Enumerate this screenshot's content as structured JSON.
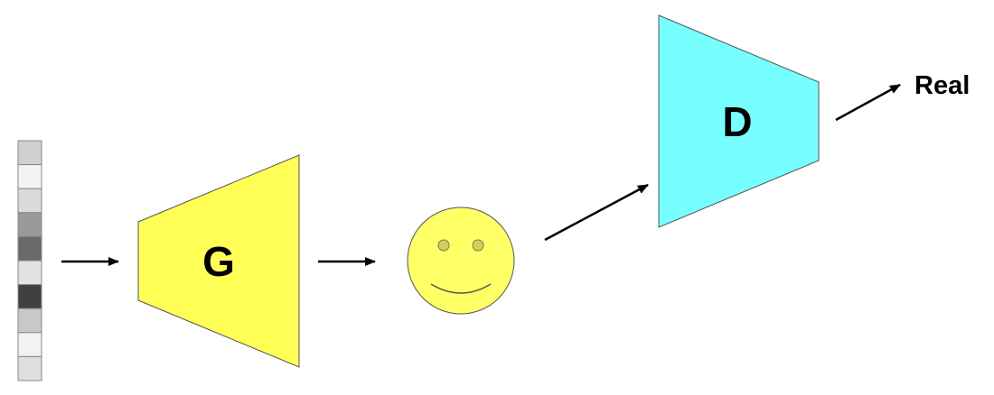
{
  "generator": {
    "label": "G",
    "fill": "#ffff55"
  },
  "discriminator": {
    "label": "D",
    "fill": "#77ffff"
  },
  "output": {
    "label": "Real"
  },
  "noise_vector": {
    "cells": [
      "#d0d0d0",
      "#f4f4f4",
      "#dadada",
      "#9a9a9a",
      "#6a6a6a",
      "#e2e2e2",
      "#404040",
      "#c8c8c8",
      "#f2f2f2",
      "#dedede"
    ]
  },
  "sample": {
    "face_fill": "#ffff66",
    "eye_fill": "#d2d250"
  },
  "colors": {
    "stroke": "#555555",
    "arrow": "#000000"
  }
}
